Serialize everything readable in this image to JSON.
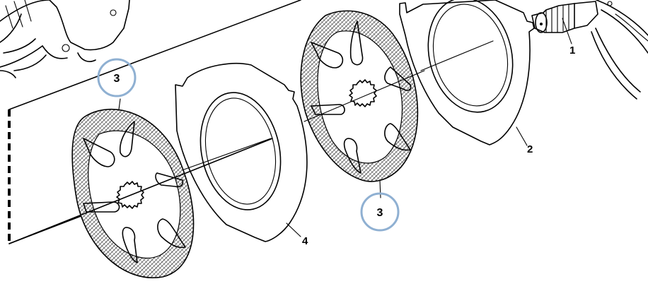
{
  "part_labels": {
    "p1": "1",
    "p2": "2",
    "p4": "4"
  },
  "callouts": {
    "c1": "3",
    "c2": "3"
  },
  "colors": {
    "callout_ring": "#8fb0d2",
    "line": "#000000",
    "friction_hatch": "#000000"
  }
}
